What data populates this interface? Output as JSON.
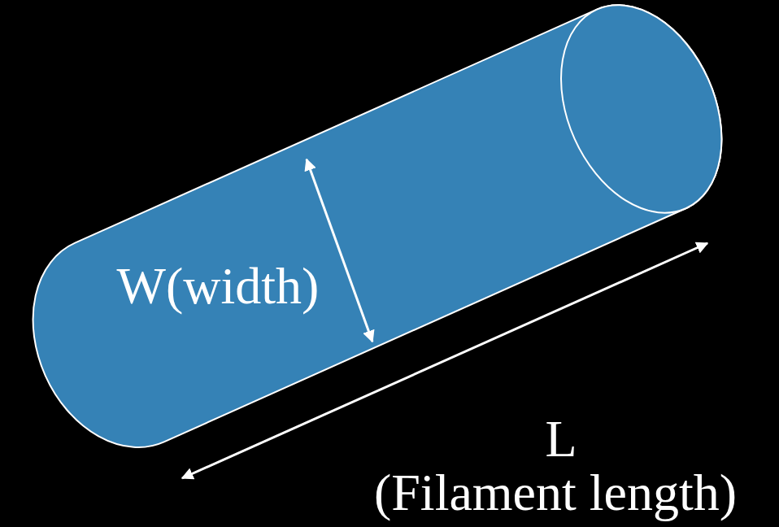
{
  "diagram": {
    "labels": [
      "W(width)",
      "L",
      "(Filament length)"
    ]
  }
}
